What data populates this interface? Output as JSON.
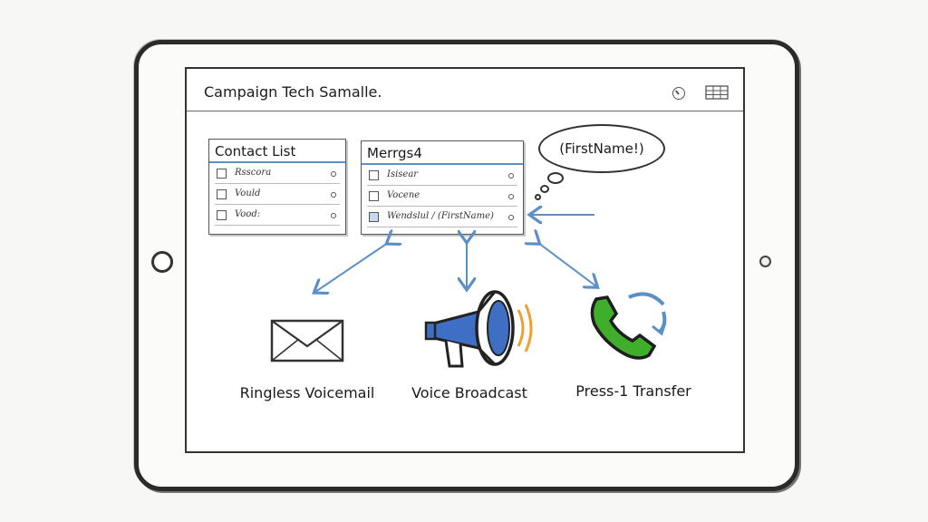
{
  "app": {
    "title": "Campaign Tech Samalle."
  },
  "contact_list": {
    "title": "Contact List",
    "rows": [
      "Rsscora",
      "Vould",
      "Vood:"
    ]
  },
  "message": {
    "title": "Merrgs4",
    "rows": [
      "Isisear",
      "Vocene",
      "Wendslul / (FirstName)"
    ]
  },
  "bubble": {
    "text": "(FirstName!)"
  },
  "channels": {
    "ringless": "Ringless Voicemail",
    "broadcast": "Voice Broadcast",
    "transfer": "Press-1 Transfer"
  },
  "colors": {
    "arrow_blue": "#5b8fc7",
    "megaphone_blue": "#3f6fc4",
    "megaphone_orange": "#f0a030",
    "phone_green": "#3fae2a"
  },
  "icons": [
    "clock-icon",
    "grid-icon",
    "envelope-icon",
    "megaphone-icon",
    "phone-icon"
  ]
}
